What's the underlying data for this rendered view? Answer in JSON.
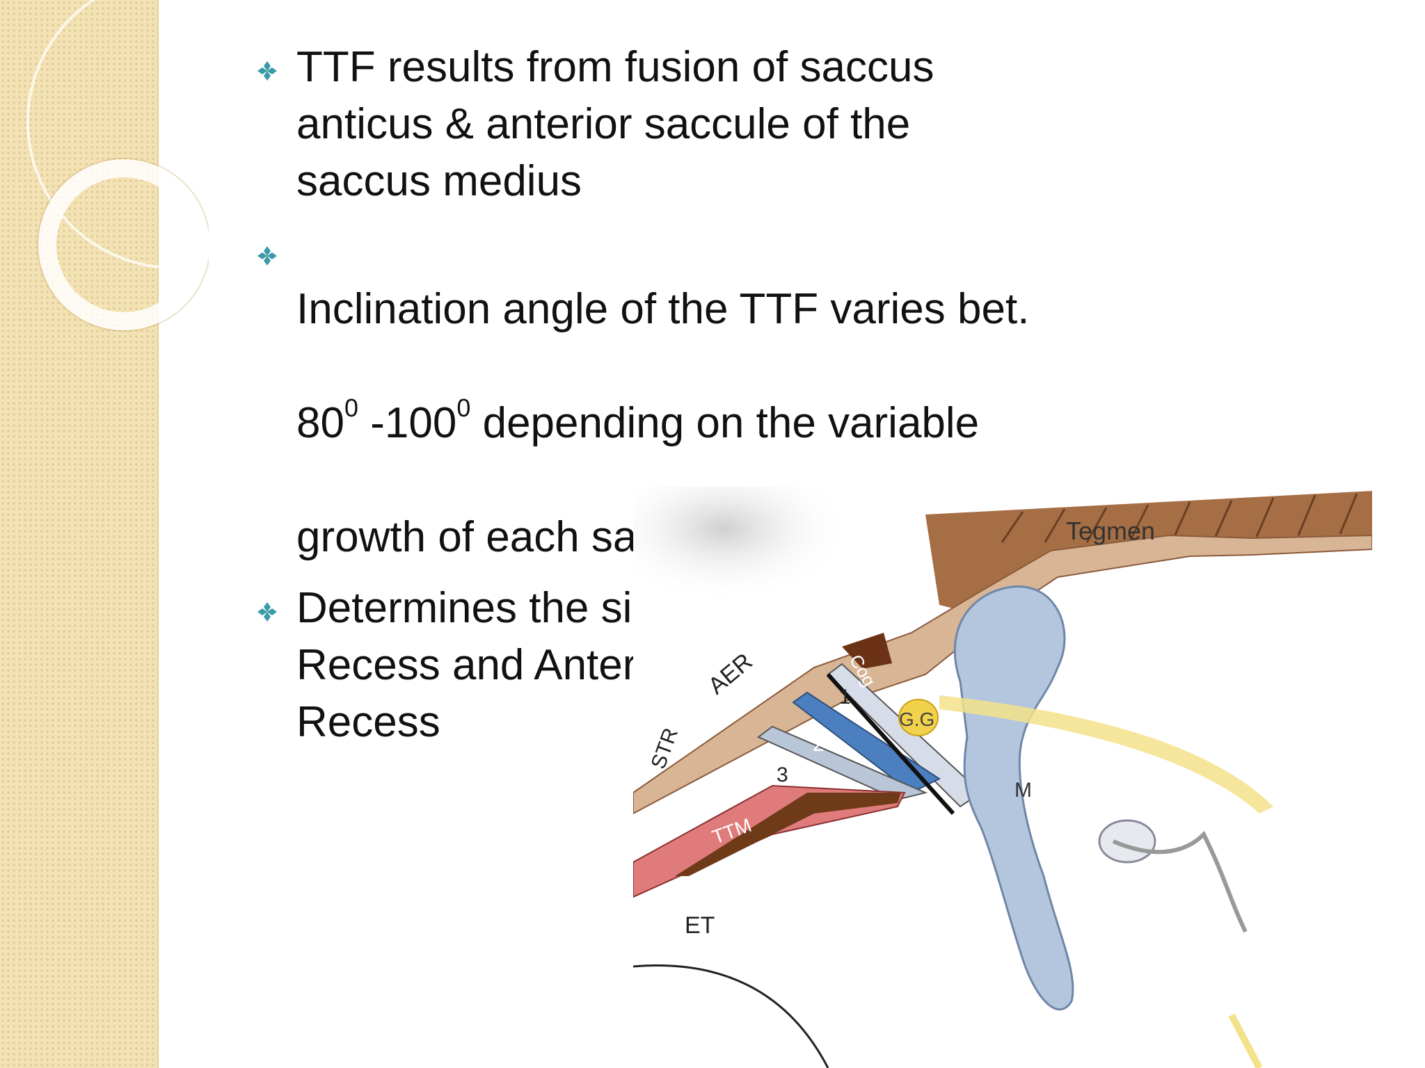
{
  "slide": {
    "bullets": [
      {
        "text": "TTF results from fusion of saccus\nanticus & anterior saccule of the\nsaccus medius"
      },
      {
        "line1": "Inclination angle of the TTF varies  bet.",
        "deg_a": "80",
        "sup_a": "0",
        "dash": " -100",
        "sup_b": "0",
        "line2_rest": " depending on the variable",
        "line3": "growth of each saccule"
      },
      {
        "text": "Determines the size of Supra Tubal\nRecess and Anterior Epitympanic\nRecess"
      }
    ],
    "bullet_icon": "diamond-cluster-icon",
    "accent_color": "#3a9aa8"
  },
  "figure": {
    "labels": {
      "tegmen": "Tegmen",
      "aer": "AER",
      "cog": "Cog",
      "str": "STR",
      "gg": "G.G",
      "m": "M",
      "ttm": "TTM",
      "et": "ET",
      "n1": "1",
      "n2": "2",
      "n3": "3"
    }
  }
}
